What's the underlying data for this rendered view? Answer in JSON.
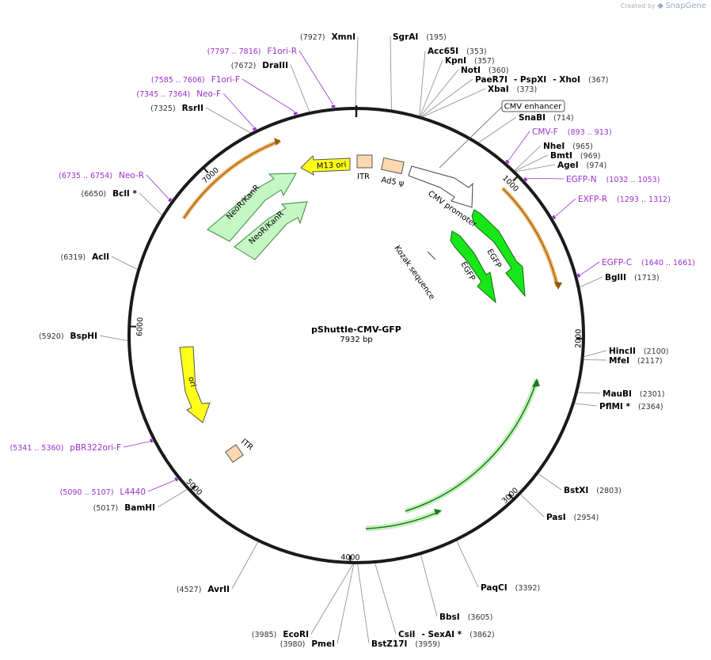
{
  "header": {
    "created_by": "Created by",
    "brand": "SnapGene"
  },
  "plasmid": {
    "name": "pShuttle-CMV-GFP",
    "length_label": "7932 bp",
    "length": 7932
  },
  "ticks": [
    {
      "bp": 1000,
      "label": "1000"
    },
    {
      "bp": 2000,
      "label": "2000"
    },
    {
      "bp": 3000,
      "label": "3000"
    },
    {
      "bp": 4000,
      "label": "4000"
    },
    {
      "bp": 5000,
      "label": "5000"
    },
    {
      "bp": 6000,
      "label": "6000"
    },
    {
      "bp": 7000,
      "label": "7000"
    }
  ],
  "enzymes": [
    {
      "name": "XmnI",
      "pos": "(7927)",
      "bp": 7927
    },
    {
      "name": "SgrAI",
      "pos": "(195)",
      "bp": 195
    },
    {
      "name": "Acc65I",
      "pos": "(353)",
      "bp": 353
    },
    {
      "name": "KpnI",
      "pos": "(357)",
      "bp": 357
    },
    {
      "name": "NotI",
      "pos": "(360)",
      "bp": 360
    },
    {
      "name": "PaeR7I",
      "name2": "- PspXI",
      "name3": "- XhoI",
      "pos": "(367)",
      "bp": 367
    },
    {
      "name": "XbaI",
      "pos": "(373)",
      "bp": 373
    },
    {
      "name": "SnaBI",
      "pos": "(714)",
      "bp": 714
    },
    {
      "name": "NheI",
      "pos": "(965)",
      "bp": 965
    },
    {
      "name": "BmtI",
      "pos": "(969)",
      "bp": 969
    },
    {
      "name": "AgeI",
      "pos": "(974)",
      "bp": 974
    },
    {
      "name": "BglII",
      "pos": "(1713)",
      "bp": 1713
    },
    {
      "name": "HincII",
      "pos": "(2100)",
      "bp": 2100
    },
    {
      "name": "MfeI",
      "pos": "(2117)",
      "bp": 2117
    },
    {
      "name": "MauBI",
      "pos": "(2301)",
      "bp": 2301
    },
    {
      "name": "PflMI *",
      "pos": "(2364)",
      "bp": 2364
    },
    {
      "name": "BstXI",
      "pos": "(2803)",
      "bp": 2803
    },
    {
      "name": "PasI",
      "pos": "(2954)",
      "bp": 2954
    },
    {
      "name": "PaqCI",
      "pos": "(3392)",
      "bp": 3392
    },
    {
      "name": "BbsI",
      "pos": "(3605)",
      "bp": 3605
    },
    {
      "name": "CsiI",
      "name2": "- SexAI *",
      "pos": "(3862)",
      "bp": 3862
    },
    {
      "name": "BstZ17I",
      "pos": "(3959)",
      "bp": 3959
    },
    {
      "name": "EcoRI",
      "pos": "(3985)",
      "bp": 3985
    },
    {
      "name": "PmeI",
      "pos": "(3980)",
      "bp": 3980
    },
    {
      "name": "AvrII",
      "pos": "(4527)",
      "bp": 4527
    },
    {
      "name": "BamHI",
      "pos": "(5017)",
      "bp": 5017
    },
    {
      "name": "BspHI",
      "pos": "(5920)",
      "bp": 5920
    },
    {
      "name": "AclI",
      "pos": "(6319)",
      "bp": 6319
    },
    {
      "name": "BclI *",
      "pos": "(6650)",
      "bp": 6650
    },
    {
      "name": "RsrII",
      "pos": "(7325)",
      "bp": 7325
    },
    {
      "name": "DraIII",
      "pos": "(7672)",
      "bp": 7672
    }
  ],
  "primers": [
    {
      "name": "F1ori-R",
      "range": "(7797 .. 7816)",
      "bp": 7806
    },
    {
      "name": "F1ori-F",
      "range": "(7585 .. 7606)",
      "bp": 7595
    },
    {
      "name": "Neo-F",
      "range": "(7345 .. 7364)",
      "bp": 7355
    },
    {
      "name": "CMV-F",
      "range": "(893 .. 913)",
      "bp": 903
    },
    {
      "name": "EGFP-N",
      "range": "(1032 .. 1053)",
      "bp": 1042
    },
    {
      "name": "EXFP-R",
      "range": "(1293 .. 1312)",
      "bp": 1302
    },
    {
      "name": "EGFP-C",
      "range": "(1640 .. 1661)",
      "bp": 1650
    },
    {
      "name": "Neo-R",
      "range": "(6735 .. 6754)",
      "bp": 6744
    },
    {
      "name": "pBR322ori-F",
      "range": "(5341 .. 5360)",
      "bp": 5350
    },
    {
      "name": "L4440",
      "range": "(5090 .. 5107)",
      "bp": 5098
    }
  ],
  "features": [
    {
      "name": "CMV enhancer",
      "boxed": true
    },
    {
      "name": "CMV promoter"
    },
    {
      "name": "Kozak sequence"
    },
    {
      "name": "EGFP"
    },
    {
      "name": "EGFP"
    },
    {
      "name": "M13 ori"
    },
    {
      "name": "ITR"
    },
    {
      "name": "Ad5 ψ"
    },
    {
      "name": "NeoR/KanR"
    },
    {
      "name": "NeoR/KanR"
    },
    {
      "name": "ori"
    },
    {
      "name": "ITR"
    }
  ],
  "colors": {
    "backbone": "#1a1a1a",
    "primer": "#9b30d0",
    "egfp": "#19e619",
    "neo": "#c5f7c5",
    "ori": "#ffff1a",
    "itr": "#fcd8b0",
    "orange_arc": "#f0b060",
    "green_arc": "#1a7a1a",
    "label": "#000000",
    "pos": "#333333"
  }
}
